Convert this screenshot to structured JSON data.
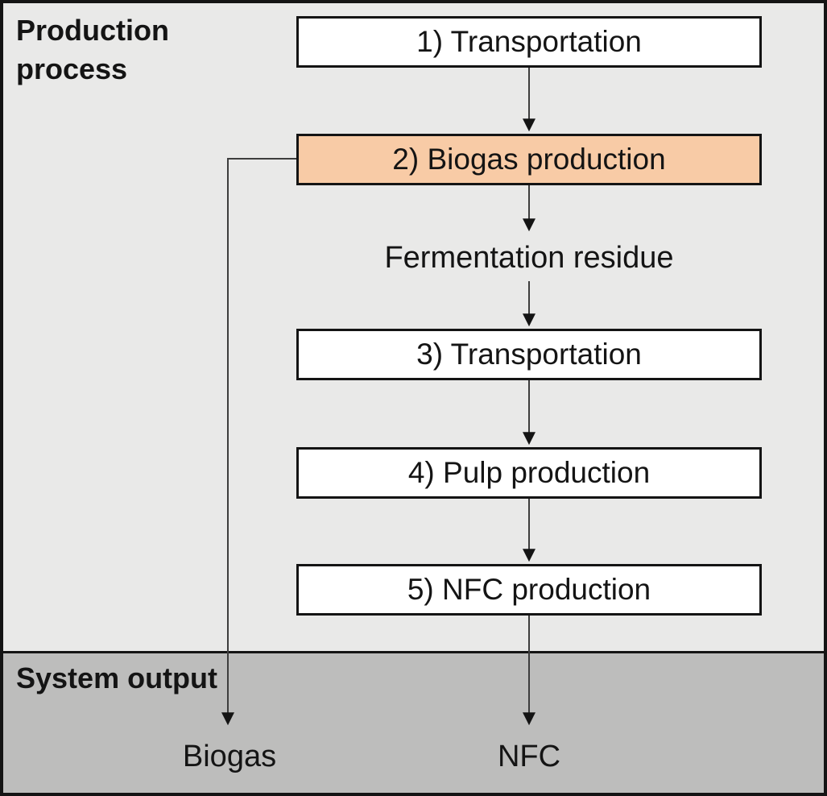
{
  "sections": {
    "production": {
      "label": "Production process"
    },
    "output": {
      "label": "System output"
    }
  },
  "process_steps": [
    {
      "label": "1) Transportation",
      "highlighted": false
    },
    {
      "label": "2) Biogas production",
      "highlighted": true
    },
    {
      "label": "3) Transportation",
      "highlighted": false
    },
    {
      "label": "4) Pulp production",
      "highlighted": false
    },
    {
      "label": "5) NFC production",
      "highlighted": false
    }
  ],
  "intermediate_label": "Fermentation residue",
  "outputs": [
    {
      "label": "Biogas"
    },
    {
      "label": "NFC"
    }
  ],
  "colors": {
    "production_background": "#E9E9E8",
    "output_background": "#BDBDBC",
    "highlight_box_fill": "#F8CBA6",
    "box_fill": "#FFFFFF",
    "box_border": "#141414",
    "connector_line": "#3D3D3D",
    "arrowhead": "#141414",
    "text": "#141414"
  }
}
